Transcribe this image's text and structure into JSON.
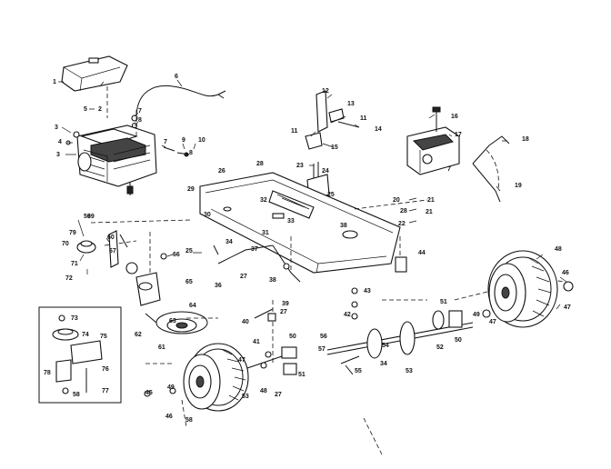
{
  "diagram": {
    "callouts": [
      {
        "id": "c1",
        "text": "1"
      },
      {
        "id": "c2",
        "text": "2"
      },
      {
        "id": "c3a",
        "text": "3"
      },
      {
        "id": "c3b",
        "text": "3"
      },
      {
        "id": "c4",
        "text": "4"
      },
      {
        "id": "c5",
        "text": "5"
      },
      {
        "id": "c6",
        "text": "6"
      },
      {
        "id": "c7a",
        "text": "7"
      },
      {
        "id": "c7b",
        "text": "7"
      },
      {
        "id": "c7c",
        "text": "7"
      },
      {
        "id": "c8a",
        "text": "8"
      },
      {
        "id": "c8b",
        "text": "8"
      },
      {
        "id": "c9",
        "text": "9"
      },
      {
        "id": "c10",
        "text": "10"
      },
      {
        "id": "c11",
        "text": "11"
      },
      {
        "id": "c11b",
        "text": "11"
      },
      {
        "id": "c12",
        "text": "12"
      },
      {
        "id": "c13",
        "text": "13"
      },
      {
        "id": "c14",
        "text": "14"
      },
      {
        "id": "c15",
        "text": "15"
      },
      {
        "id": "c16",
        "text": "16"
      },
      {
        "id": "c17",
        "text": "17"
      },
      {
        "id": "c18",
        "text": "18"
      },
      {
        "id": "c19",
        "text": "19"
      },
      {
        "id": "c20",
        "text": "20"
      },
      {
        "id": "c21a",
        "text": "21"
      },
      {
        "id": "c21b",
        "text": "21"
      },
      {
        "id": "c22",
        "text": "22"
      },
      {
        "id": "c23",
        "text": "23"
      },
      {
        "id": "c24",
        "text": "24"
      },
      {
        "id": "c25a",
        "text": "25"
      },
      {
        "id": "c25b",
        "text": "25"
      },
      {
        "id": "c26",
        "text": "26"
      },
      {
        "id": "c27a",
        "text": "27"
      },
      {
        "id": "c27b",
        "text": "27"
      },
      {
        "id": "c27c",
        "text": "27"
      },
      {
        "id": "c28a",
        "text": "28"
      },
      {
        "id": "c28b",
        "text": "28"
      },
      {
        "id": "c29",
        "text": "29"
      },
      {
        "id": "c30",
        "text": "30"
      },
      {
        "id": "c31",
        "text": "31"
      },
      {
        "id": "c32",
        "text": "32"
      },
      {
        "id": "c33",
        "text": "33"
      },
      {
        "id": "c34a",
        "text": "34"
      },
      {
        "id": "c34b",
        "text": "34"
      },
      {
        "id": "c36",
        "text": "36"
      },
      {
        "id": "c37",
        "text": "37"
      },
      {
        "id": "c38a",
        "text": "38"
      },
      {
        "id": "c38b",
        "text": "38"
      },
      {
        "id": "c39",
        "text": "39"
      },
      {
        "id": "c40",
        "text": "40"
      },
      {
        "id": "c41",
        "text": "41"
      },
      {
        "id": "c42",
        "text": "42"
      },
      {
        "id": "c43",
        "text": "43"
      },
      {
        "id": "c44",
        "text": "44"
      },
      {
        "id": "c45",
        "text": "45"
      },
      {
        "id": "c46a",
        "text": "46"
      },
      {
        "id": "c46b",
        "text": "46"
      },
      {
        "id": "c47a",
        "text": "47"
      },
      {
        "id": "c47b",
        "text": "47"
      },
      {
        "id": "c47c",
        "text": "47"
      },
      {
        "id": "c48a",
        "text": "48"
      },
      {
        "id": "c48b",
        "text": "48"
      },
      {
        "id": "c49a",
        "text": "49"
      },
      {
        "id": "c49b",
        "text": "49"
      },
      {
        "id": "c50a",
        "text": "50"
      },
      {
        "id": "c50b",
        "text": "50"
      },
      {
        "id": "c51a",
        "text": "51"
      },
      {
        "id": "c51b",
        "text": "51"
      },
      {
        "id": "c52",
        "text": "52"
      },
      {
        "id": "c53a",
        "text": "53"
      },
      {
        "id": "c53b",
        "text": "53"
      },
      {
        "id": "c54",
        "text": "54"
      },
      {
        "id": "c55",
        "text": "55"
      },
      {
        "id": "c56",
        "text": "56"
      },
      {
        "id": "c57",
        "text": "57"
      },
      {
        "id": "c58a",
        "text": "58"
      },
      {
        "id": "c58b",
        "text": "58"
      },
      {
        "id": "c59",
        "text": "59"
      },
      {
        "id": "c60",
        "text": "60"
      },
      {
        "id": "c61",
        "text": "61"
      },
      {
        "id": "c62",
        "text": "62"
      },
      {
        "id": "c63",
        "text": "63"
      },
      {
        "id": "c64",
        "text": "64"
      },
      {
        "id": "c65",
        "text": "65"
      },
      {
        "id": "c66",
        "text": "66"
      },
      {
        "id": "c67",
        "text": "67"
      },
      {
        "id": "c69",
        "text": "69"
      },
      {
        "id": "c70",
        "text": "70"
      },
      {
        "id": "c71",
        "text": "71"
      },
      {
        "id": "c72",
        "text": "72"
      },
      {
        "id": "c73",
        "text": "73"
      },
      {
        "id": "c74",
        "text": "74"
      },
      {
        "id": "c75",
        "text": "75"
      },
      {
        "id": "c76",
        "text": "76"
      },
      {
        "id": "c77",
        "text": "77"
      },
      {
        "id": "c78",
        "text": "78"
      },
      {
        "id": "c79",
        "text": "79"
      }
    ]
  }
}
